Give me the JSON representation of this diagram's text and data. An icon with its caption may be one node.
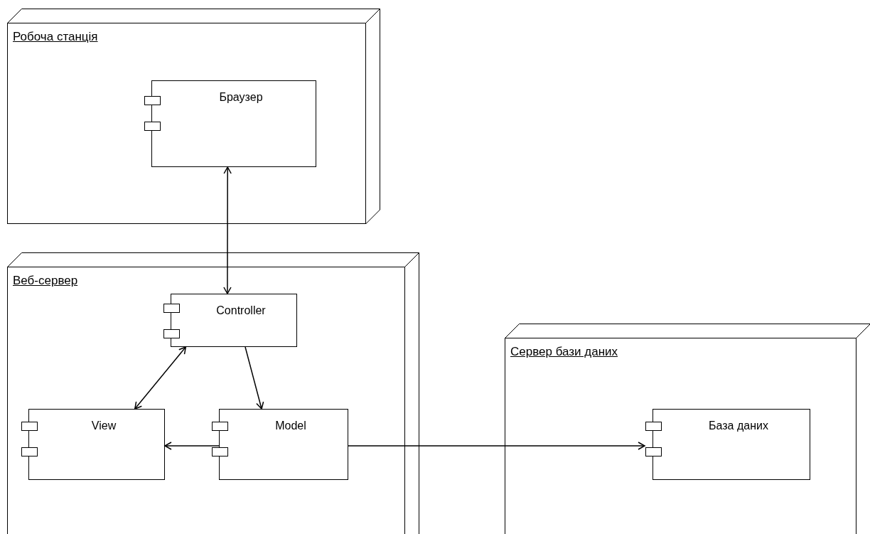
{
  "diagram": {
    "nodes": [
      {
        "text": [
          "Робоча станція"
        ]
      },
      {
        "text": [
          "Браузер"
        ],
        "in": 0
      },
      {
        "text": [
          "Веб-сервер"
        ]
      },
      {
        "text": [
          "Controller"
        ],
        "in": 2
      },
      {
        "text": [
          "View"
        ],
        "in": 2
      },
      {
        "text": [
          "Model"
        ],
        "in": 2
      },
      {
        "text": [
          "Сервер бази даних"
        ]
      },
      {
        "text": [
          "База даних"
        ],
        "in": 6
      }
    ],
    "edges": [
      {
        "from": 1,
        "to": 3,
        "arrow": "both"
      },
      {
        "from": 3,
        "to": 4,
        "arrow": "both"
      },
      {
        "from": 3,
        "to": 5,
        "arrow": "to"
      },
      {
        "from": 5,
        "to": 4,
        "arrow": "to"
      },
      {
        "from": 5,
        "to": 7,
        "arrow": "to"
      }
    ]
  }
}
